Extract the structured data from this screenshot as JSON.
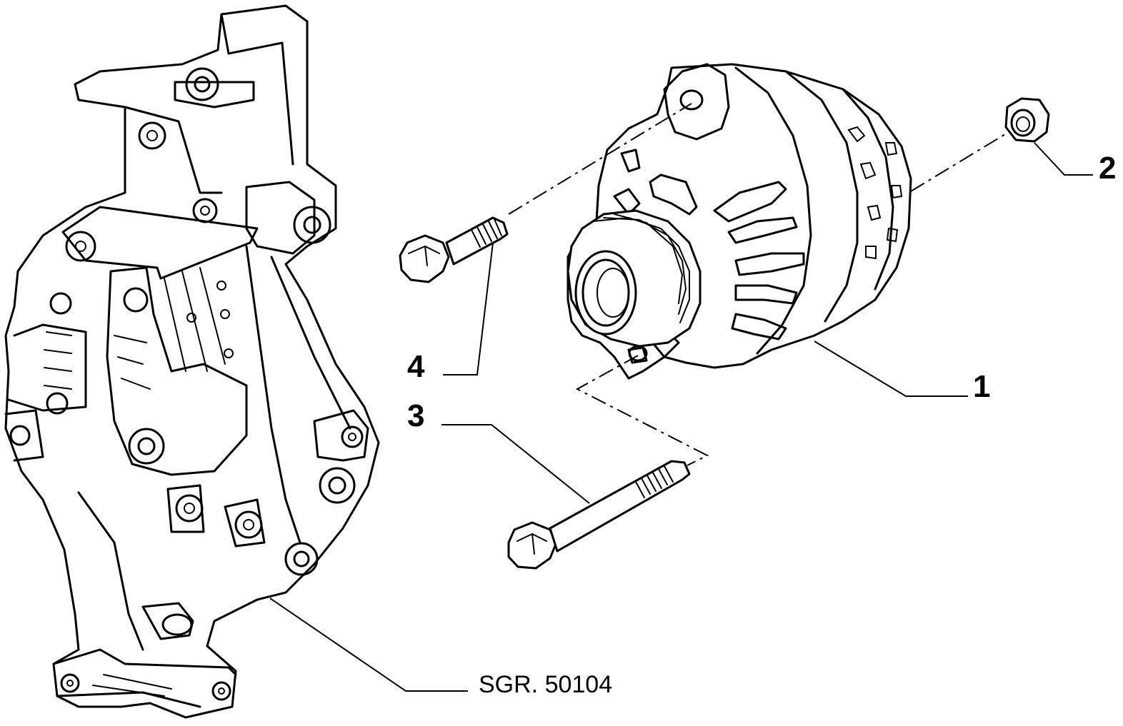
{
  "diagram": {
    "callouts": [
      {
        "id": "1",
        "label": "1"
      },
      {
        "id": "2",
        "label": "2"
      },
      {
        "id": "3",
        "label": "3"
      },
      {
        "id": "4",
        "label": "4"
      }
    ],
    "reference": "SGR. 50104"
  }
}
